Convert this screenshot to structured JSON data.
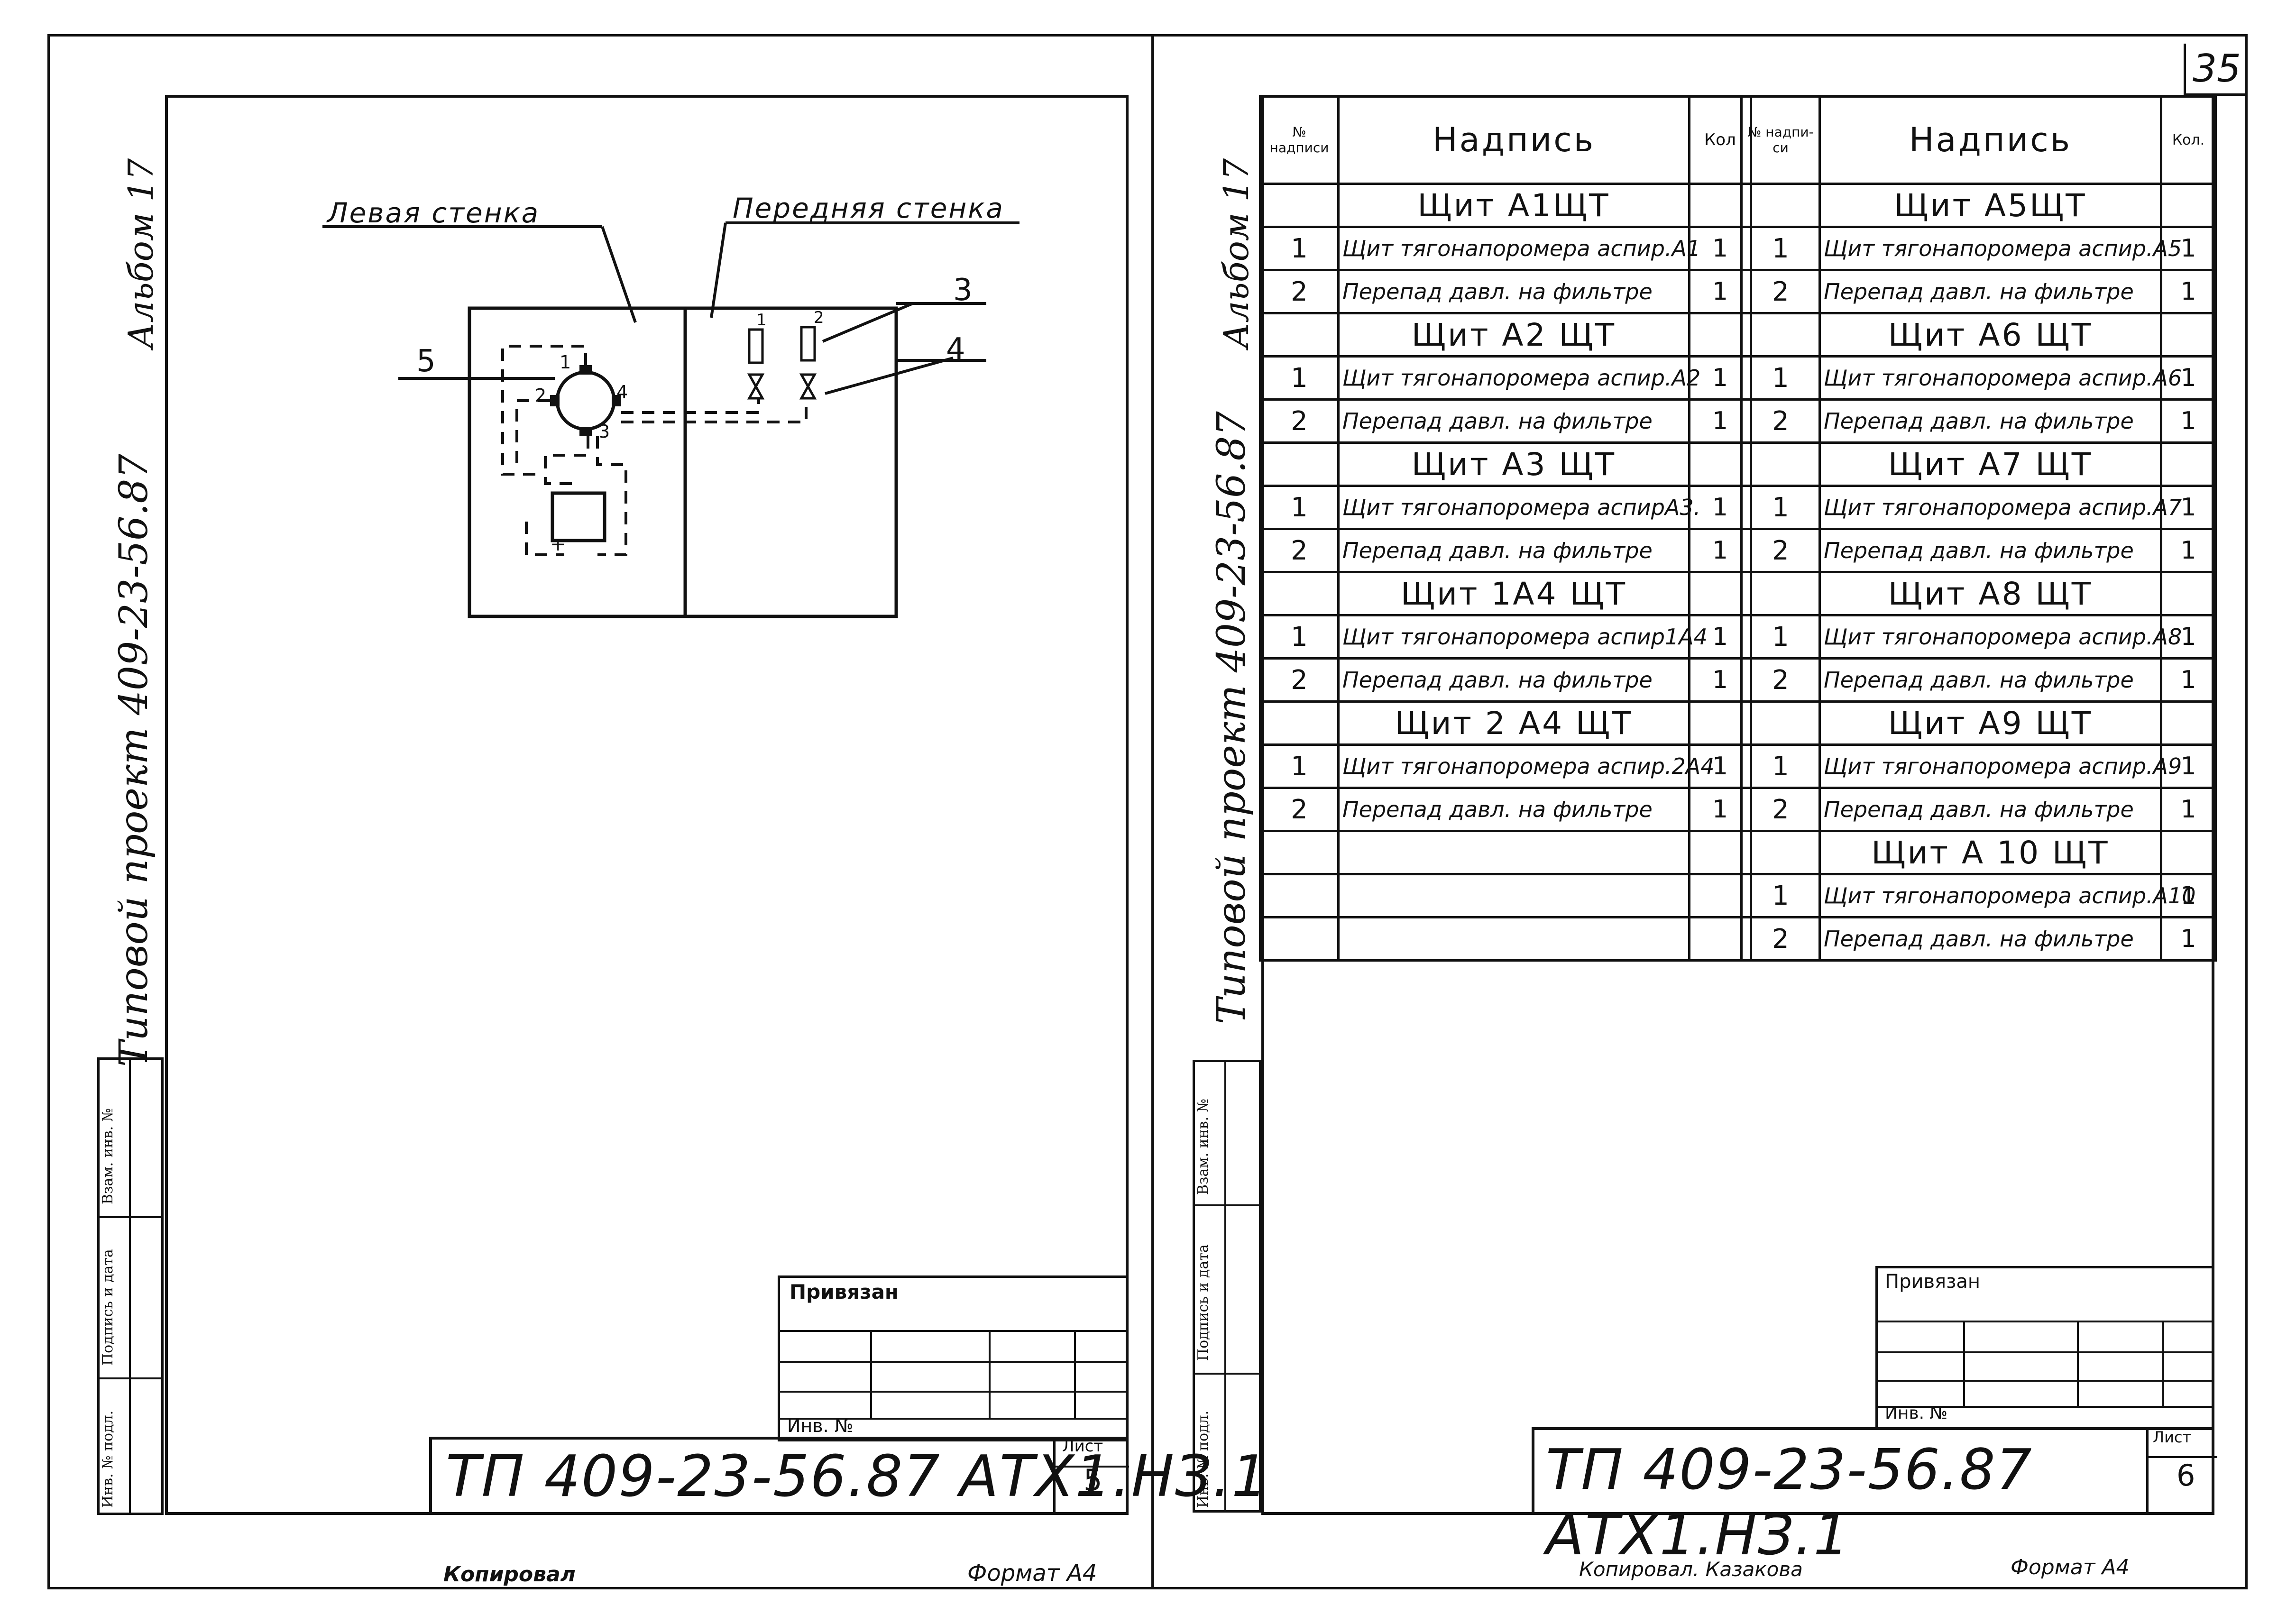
{
  "sheet_number_top": "35",
  "left_sheet": {
    "side_label_album": "Альбом 17",
    "side_label_project": "Типовой проект 409-23-56.87",
    "stamp_cells": [
      "Инв. № подл.",
      "Подпись и дата",
      "Взам. инв. №"
    ],
    "diagram": {
      "label_left_wall": "Левая стенка",
      "label_front_wall": "Передняя стенка",
      "callouts": [
        "5",
        "3",
        "4"
      ],
      "port_numbers": [
        "1",
        "2",
        "3",
        "4"
      ],
      "valve_numbers": [
        "1",
        "2"
      ],
      "plus_sign": "+"
    },
    "title_block": {
      "attached_label": "Привязан",
      "inv_label": "Инв. №",
      "code": "ТП 409-23-56.87 АТХ1.НЗ.1",
      "sheet_label": "Лист",
      "sheet_value": "5"
    },
    "footer_copied": "Копировал",
    "footer_format": "Формат А4"
  },
  "right_sheet": {
    "side_label_album": "Альбом 17",
    "side_label_project": "Типовой проект 409-23-56.87",
    "stamp_cells": [
      "Инв. № подл.",
      "Подпись и дата",
      "Взам. инв. №"
    ],
    "headers": {
      "num": "№ надписи",
      "text": "Надпись",
      "qty": "Кол",
      "num2": "№ надпи-си",
      "text2": "Надпись",
      "qty2": "Кол."
    },
    "left_table": [
      {
        "n": "",
        "text": "Щит А1ЩТ",
        "q": "",
        "title": true
      },
      {
        "n": "1",
        "text": "Щит тягонапоромера аспир.А1",
        "q": "1"
      },
      {
        "n": "2",
        "text": "Перепад давл. на фильтре",
        "q": "1"
      },
      {
        "n": "",
        "text": "Щит А2 ЩТ",
        "q": "",
        "title": true
      },
      {
        "n": "1",
        "text": "Щит тягонапоромера аспир.А2",
        "q": "1"
      },
      {
        "n": "2",
        "text": "Перепад давл. на фильтре",
        "q": "1"
      },
      {
        "n": "",
        "text": "Щит А3 ЩТ",
        "q": "",
        "title": true
      },
      {
        "n": "1",
        "text": "Щит тягонапоромера аспирА3.",
        "q": "1"
      },
      {
        "n": "2",
        "text": "Перепад давл. на фильтре",
        "q": "1"
      },
      {
        "n": "",
        "text": "Щит 1А4 ЩТ",
        "q": "",
        "title": true
      },
      {
        "n": "1",
        "text": "Щит тягонапоромера аспир1А4",
        "q": "1"
      },
      {
        "n": "2",
        "text": "Перепад давл. на фильтре",
        "q": "1"
      },
      {
        "n": "",
        "text": "Щит 2 А4 ЩТ",
        "q": "",
        "title": true
      },
      {
        "n": "1",
        "text": "Щит тягонапоромера аспир.2А4",
        "q": "1"
      },
      {
        "n": "2",
        "text": "Перепад давл. на фильтре",
        "q": "1"
      },
      {
        "n": "",
        "text": "",
        "q": ""
      },
      {
        "n": "",
        "text": "",
        "q": ""
      },
      {
        "n": "",
        "text": "",
        "q": ""
      }
    ],
    "right_table": [
      {
        "n": "",
        "text": "Щит А5ЩТ",
        "q": "",
        "title": true
      },
      {
        "n": "1",
        "text": "Щит тягонапоромера аспир.А5",
        "q": "1"
      },
      {
        "n": "2",
        "text": "Перепад давл. на фильтре",
        "q": "1"
      },
      {
        "n": "",
        "text": "Щит А6 ЩТ",
        "q": "",
        "title": true
      },
      {
        "n": "1",
        "text": "Щит тягонапоромера аспир.А6",
        "q": "1"
      },
      {
        "n": "2",
        "text": "Перепад давл. на фильтре",
        "q": "1"
      },
      {
        "n": "",
        "text": "Щит А7 ЩТ",
        "q": "",
        "title": true
      },
      {
        "n": "1",
        "text": "Щит тягонапоромера аспир.А7",
        "q": "1"
      },
      {
        "n": "2",
        "text": "Перепад давл. на фильтре",
        "q": "1"
      },
      {
        "n": "",
        "text": "Щит А8 ЩТ",
        "q": "",
        "title": true
      },
      {
        "n": "1",
        "text": "Щит тягонапоромера аспир.А8",
        "q": "1"
      },
      {
        "n": "2",
        "text": "Перепад давл. на фильтре",
        "q": "1"
      },
      {
        "n": "",
        "text": "Щит А9 ЩТ",
        "q": "",
        "title": true
      },
      {
        "n": "1",
        "text": "Щит тягонапоромера аспир.А9",
        "q": "1"
      },
      {
        "n": "2",
        "text": "Перепад давл. на фильтре",
        "q": "1"
      },
      {
        "n": "",
        "text": "Щит А 10 ЩТ",
        "q": "",
        "title": true
      },
      {
        "n": "1",
        "text": "Щит тягонапоромера аспир.А10",
        "q": "1"
      },
      {
        "n": "2",
        "text": "Перепад давл. на фильтре",
        "q": "1"
      }
    ],
    "title_block": {
      "attached_label": "Привязан",
      "inv_label": "Инв. №",
      "code": "ТП 409-23-56.87 АТХ1.НЗ.1",
      "sheet_label": "Лист",
      "sheet_value": "6"
    },
    "footer_copied": "Копировал. Казакова",
    "footer_format": "Формат А4"
  }
}
